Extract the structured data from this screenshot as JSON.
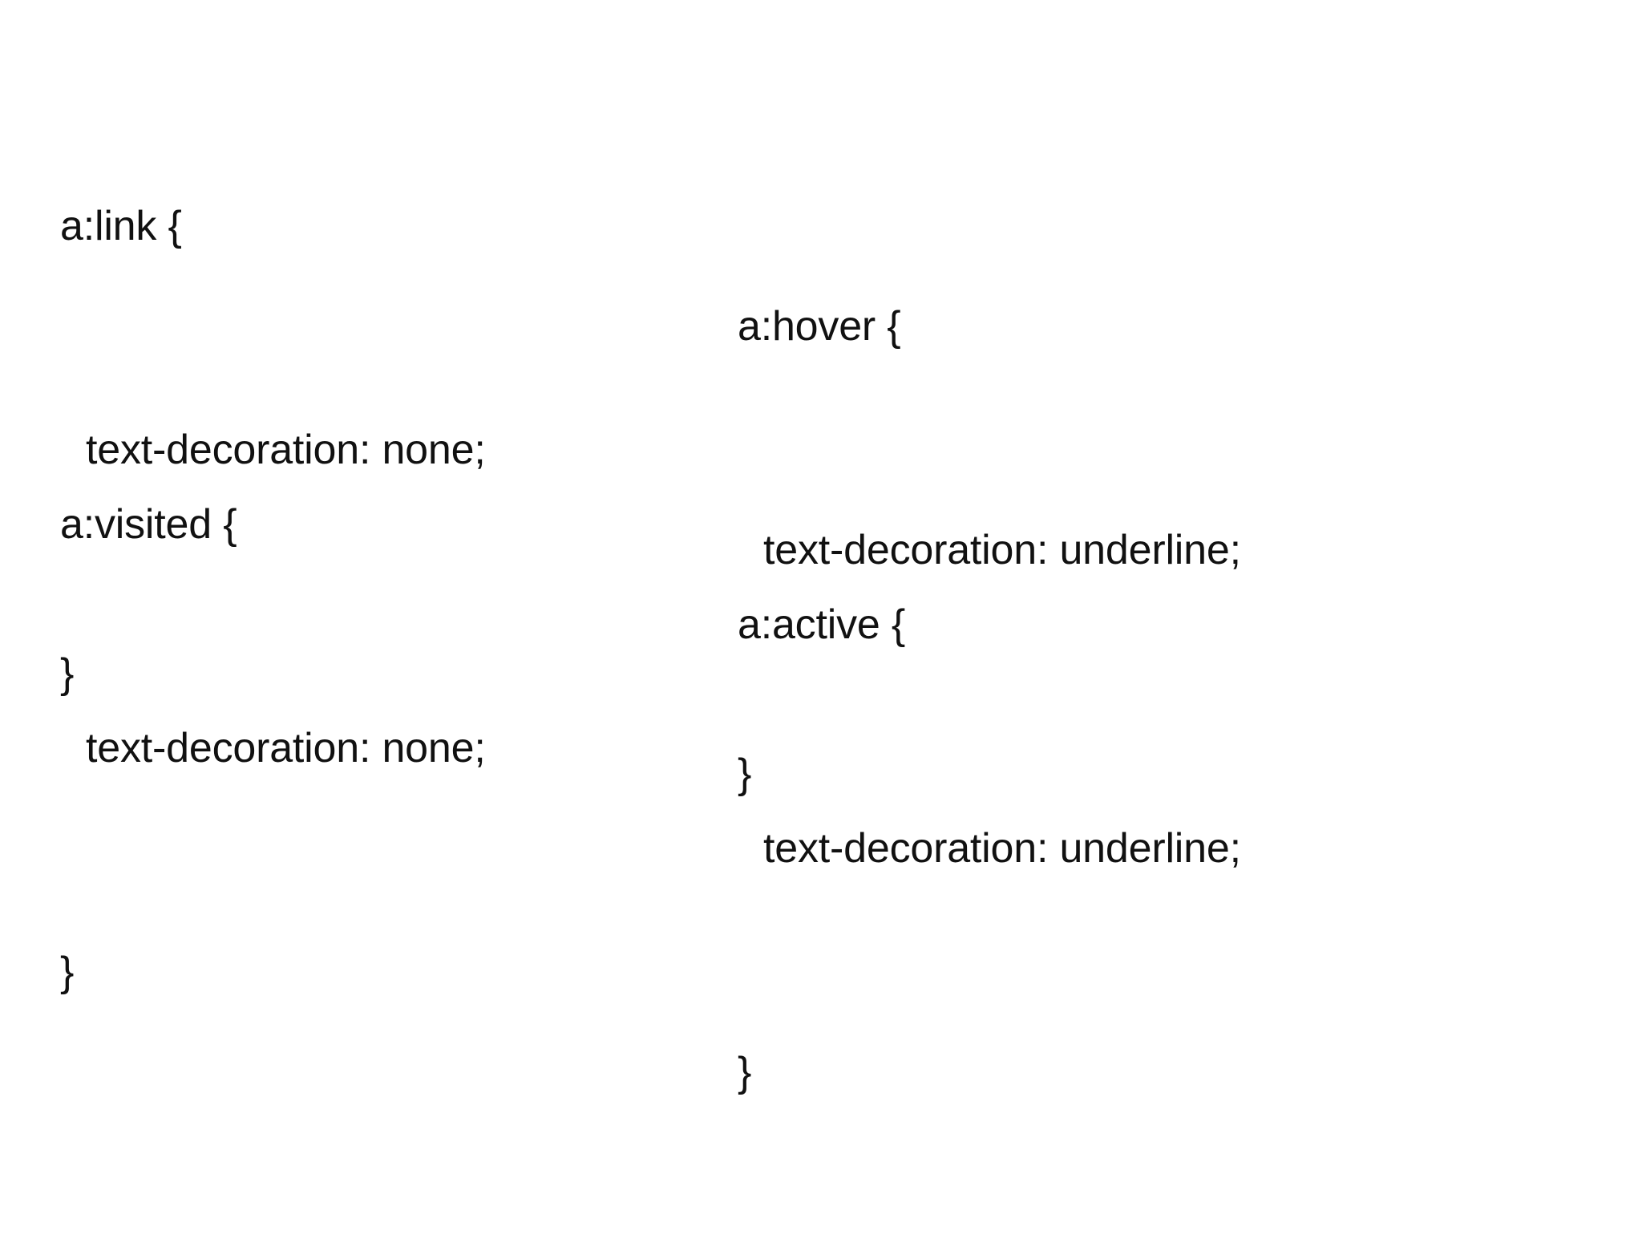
{
  "slide": {
    "background_color": "#ffffff",
    "text_color": "#111111",
    "columns": [
      {
        "name": "left-column",
        "blocks": [
          {
            "id": "link",
            "selector": "a:link",
            "lines": [
              {
                "text": "a:link {",
                "indent": false
              },
              {
                "text": "text-decoration: none;",
                "indent": true
              },
              {
                "text": "}",
                "indent": false
              }
            ]
          },
          {
            "id": "visited",
            "selector": "a:visited",
            "lines": [
              {
                "text": "a:visited {",
                "indent": false
              },
              {
                "text": "text-decoration: none;",
                "indent": true
              },
              {
                "text": "}",
                "indent": false
              }
            ]
          }
        ]
      },
      {
        "name": "right-column",
        "blocks": [
          {
            "id": "hover",
            "selector": "a:hover",
            "lines": [
              {
                "text": "a:hover {",
                "indent": false
              },
              {
                "text": "text-decoration: underline;",
                "indent": true
              },
              {
                "text": "}",
                "indent": false
              }
            ]
          },
          {
            "id": "active",
            "selector": "a:active",
            "lines": [
              {
                "text": "a:active {",
                "indent": false
              },
              {
                "text": "text-decoration: underline;",
                "indent": true
              },
              {
                "text": "}",
                "indent": false
              }
            ]
          }
        ]
      }
    ]
  }
}
